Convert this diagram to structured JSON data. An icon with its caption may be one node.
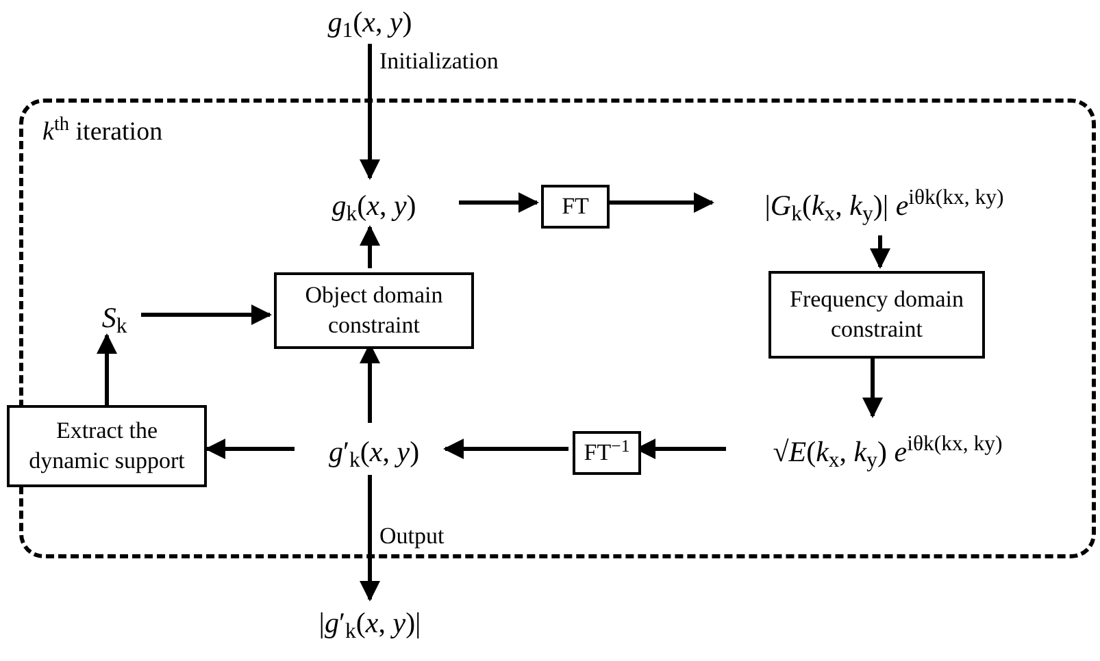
{
  "diagram": {
    "nodes": [
      {
        "text": [
          "*k*$^{th}$ iteration"
        ]
      },
      {
        "text": [
          "*g*$_{1}$(*x*, *y*)"
        ]
      },
      {
        "text": [
          "*g*$_{k}$(*x*, *y*)"
        ],
        "in": 0
      },
      {
        "text": [
          "FT"
        ],
        "in": 0
      },
      {
        "text": [
          "|*G*$_{k}$(*k*$_{x}$, *k*$_{y}$)| *e*$^{iθk(kx, ky)}$"
        ],
        "in": 0
      },
      {
        "text": [
          "Frequency domain constraint"
        ],
        "in": 0
      },
      {
        "text": [
          "√*E*(*k*$_{x}$, *k*$_{y}$) *e*$^{iθk(kx, ky)}$"
        ],
        "in": 0
      },
      {
        "text": [
          "FT$^{−1}$"
        ],
        "in": 0
      },
      {
        "text": [
          "*g*′$_{k}$(*x*, *y*)"
        ],
        "in": 0
      },
      {
        "text": [
          "Extract the dynamic support"
        ]
      },
      {
        "text": [
          "*S*$_{k}$"
        ],
        "in": 0
      },
      {
        "text": [
          "Object domain constraint"
        ],
        "in": 0
      },
      {
        "text": [
          "|*g*′$_{k}$(*x*, *y*)|"
        ]
      }
    ],
    "edges": [
      {
        "from": 1,
        "to": 2,
        "arrow": "to",
        "label": "Initialization"
      },
      {
        "from": 2,
        "to": 3,
        "arrow": "to"
      },
      {
        "from": 3,
        "to": 4,
        "arrow": "to"
      },
      {
        "from": 4,
        "to": 5,
        "arrow": "to"
      },
      {
        "from": 5,
        "to": 6,
        "arrow": "to"
      },
      {
        "from": 6,
        "to": 7,
        "arrow": "to"
      },
      {
        "from": 7,
        "to": 8,
        "arrow": "to"
      },
      {
        "from": 8,
        "to": 9,
        "arrow": "to"
      },
      {
        "from": 9,
        "to": 10,
        "arrow": "to"
      },
      {
        "from": 10,
        "to": 11,
        "arrow": "to"
      },
      {
        "from": 8,
        "to": 11,
        "arrow": "to"
      },
      {
        "from": 11,
        "to": 2,
        "arrow": "to"
      },
      {
        "from": 8,
        "to": 12,
        "arrow": "to",
        "label": "Output"
      }
    ]
  }
}
